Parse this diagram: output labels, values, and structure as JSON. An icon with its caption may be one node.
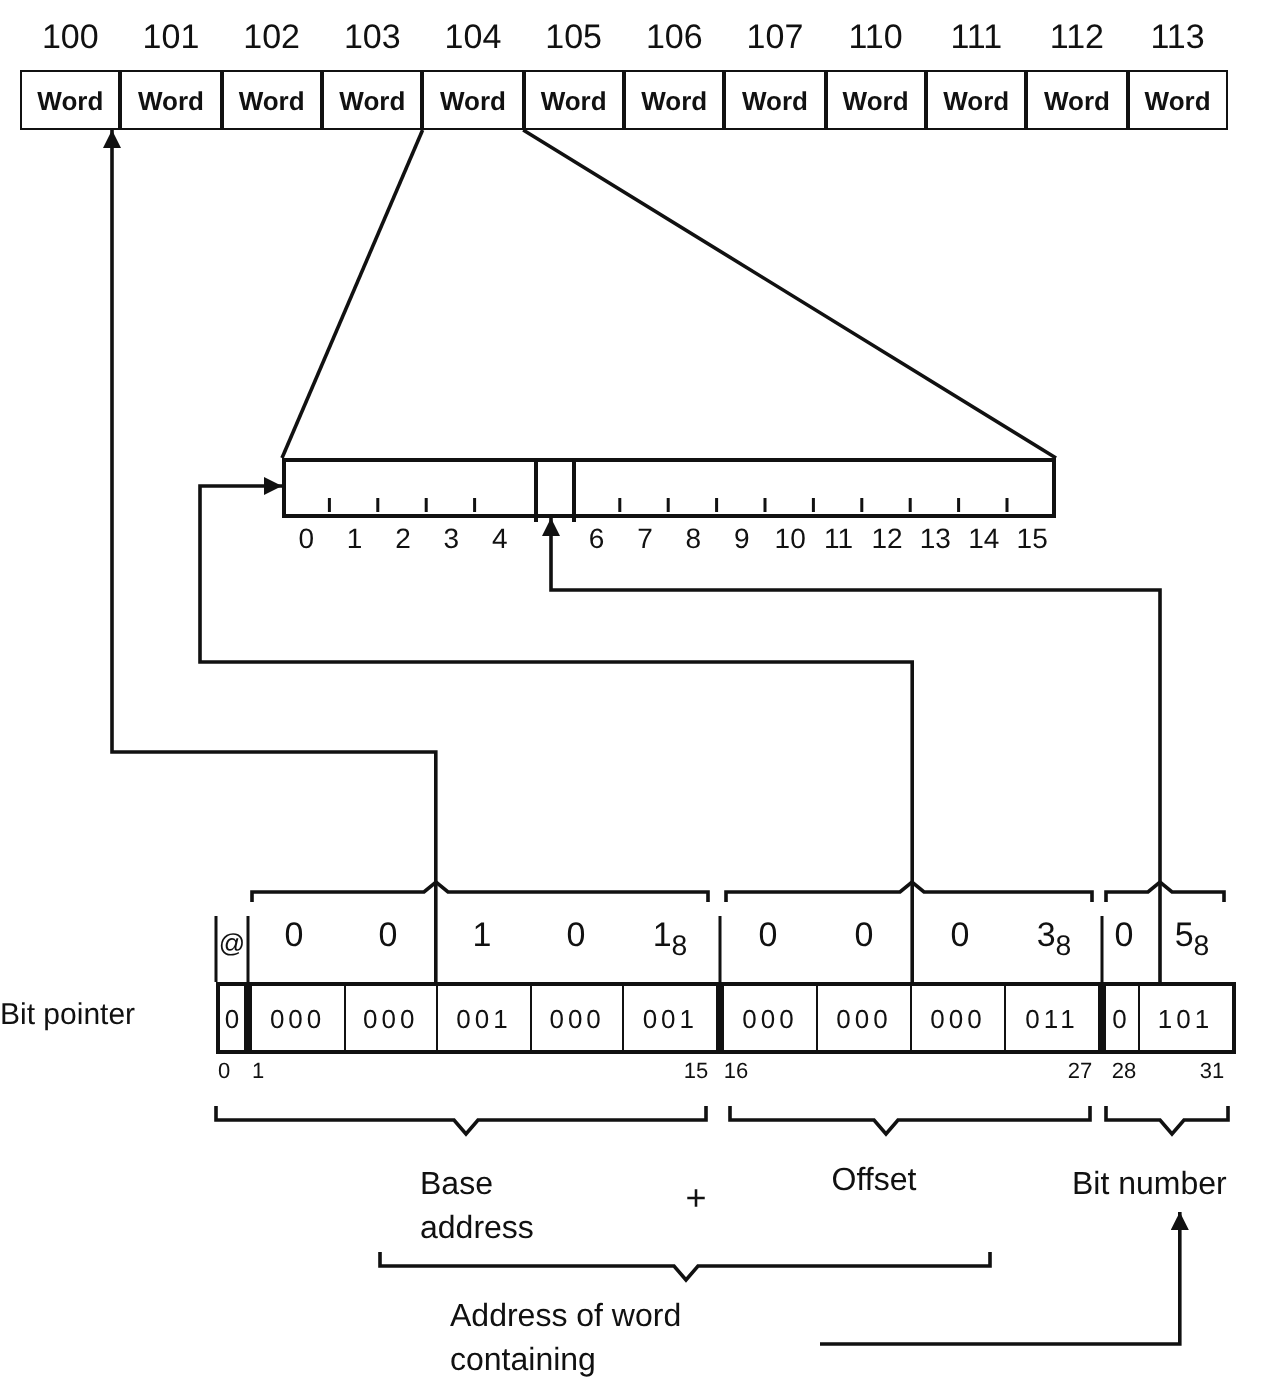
{
  "diagram": {
    "nodes": [
      {
        "text": [
          "Word"
        ],
        "beside": [
          "100"
        ]
      },
      {
        "text": [
          "Word"
        ],
        "beside": [
          "101"
        ]
      },
      {
        "text": [
          "Word"
        ],
        "beside": [
          "102"
        ]
      },
      {
        "text": [
          "Word"
        ],
        "beside": [
          "103"
        ]
      },
      {
        "text": [
          "Word"
        ],
        "beside": [
          "104"
        ]
      },
      {
        "text": [
          "Word"
        ],
        "beside": [
          "105"
        ]
      },
      {
        "text": [
          "Word"
        ],
        "beside": [
          "106"
        ]
      },
      {
        "text": [
          "Word"
        ],
        "beside": [
          "107"
        ]
      },
      {
        "text": [
          "Word"
        ],
        "beside": [
          "110"
        ]
      },
      {
        "text": [
          "Word"
        ],
        "beside": [
          "111"
        ]
      },
      {
        "text": [
          "Word"
        ],
        "beside": [
          "112"
        ]
      },
      {
        "text": [
          "Word"
        ],
        "beside": [
          "113"
        ]
      },
      {
        "text": [],
        "shape": "bar"
      },
      {
        "text": [],
        "shape": "box",
        "in": 12
      },
      {
        "text": [
          "Bit pointer"
        ]
      },
      {
        "text": [
          "0"
        ],
        "in": 14
      },
      {
        "text": [
          "000",
          "000",
          "001",
          "000",
          "001"
        ],
        "in": 14
      },
      {
        "text": [
          "000",
          "000",
          "000",
          "011"
        ],
        "in": 14
      },
      {
        "text": [
          "0",
          "101"
        ],
        "in": 14
      },
      {
        "text": [
          "Bit number"
        ]
      },
      {
        "text": [
          "Address of word containing"
        ]
      }
    ],
    "edges": [
      {
        "from": 4,
        "to": 12,
        "arrow": "none"
      },
      {
        "from": 4,
        "to": 12,
        "arrow": "none"
      },
      {
        "from": 16,
        "to": 0,
        "arrow": "to"
      },
      {
        "from": 17,
        "to": 12,
        "arrow": "to"
      },
      {
        "from": 18,
        "to": 13,
        "arrow": "to"
      },
      {
        "from": 20,
        "to": 19,
        "arrow": "to"
      }
    ],
    "labels": [
      "0",
      "1",
      "2",
      "3",
      "4",
      "6",
      "7",
      "8",
      "9",
      "10",
      "11",
      "12",
      "13",
      "14",
      "15",
      "@",
      "0",
      "0",
      "1",
      "0",
      "1$_{8}$",
      "0",
      "0",
      "0",
      "3$_{8}$",
      "0",
      "5$_{8}$",
      "0",
      "1",
      "15",
      "16",
      "27",
      "28",
      "31",
      "Base address",
      "+",
      "Offset"
    ]
  }
}
